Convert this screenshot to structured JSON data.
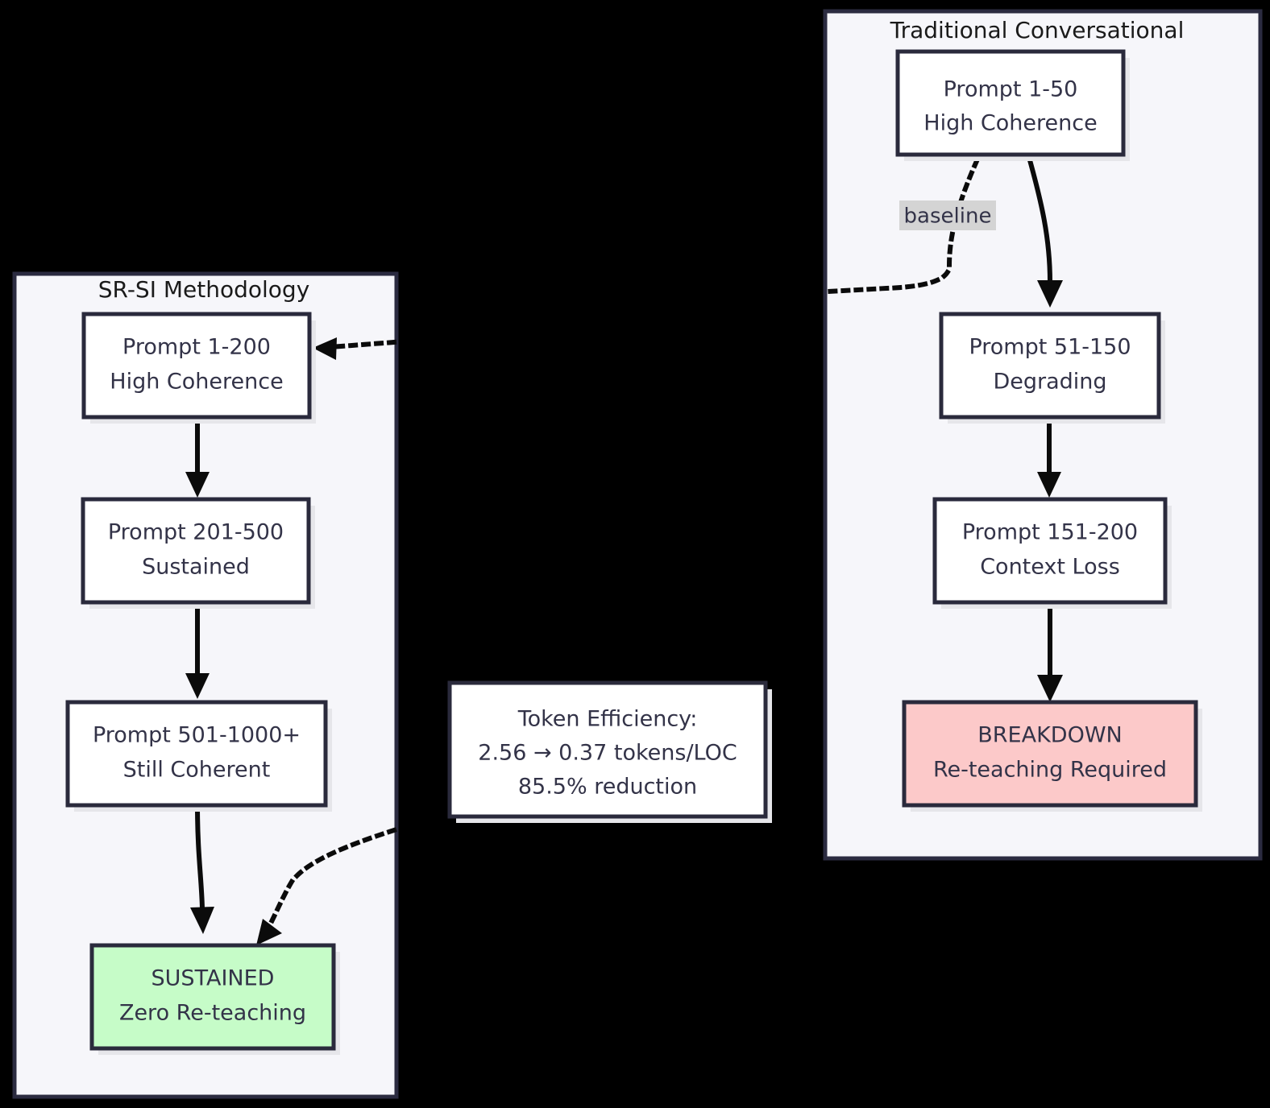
{
  "diagram": {
    "type": "flowchart",
    "background": "#000000",
    "subgraph_fill": "#f6f6fa",
    "subgraph_stroke": "#2b2b40",
    "node_fill": "#ffffff",
    "node_stroke": "#2a2a3c",
    "node_text_color": "#333348",
    "success_fill": "#c6fcc8",
    "failure_fill": "#fcc9c9",
    "edge_color": "#0b0b0b"
  },
  "subgraphs": [
    {
      "id": "srsi",
      "title": "SR-SI Methodology"
    },
    {
      "id": "traditional",
      "title": "Traditional Conversational"
    }
  ],
  "nodes": {
    "srsi_1": {
      "line1": "Prompt 1-200",
      "line2": "High Coherence",
      "style": "default"
    },
    "srsi_2": {
      "line1": "Prompt 201-500",
      "line2": "Sustained",
      "style": "default"
    },
    "srsi_3": {
      "line1": "Prompt 501-1000+",
      "line2": "Still Coherent",
      "style": "default"
    },
    "srsi_4": {
      "line1": "SUSTAINED",
      "line2": "Zero Re-teaching",
      "style": "success"
    },
    "trad_1": {
      "line1": "Prompt 1-50",
      "line2": "High Coherence",
      "style": "default"
    },
    "trad_2": {
      "line1": "Prompt 51-150",
      "line2": "Degrading",
      "style": "default"
    },
    "trad_3": {
      "line1": "Prompt 151-200",
      "line2": "Context Loss",
      "style": "default"
    },
    "trad_4": {
      "line1": "BREAKDOWN",
      "line2": "Re-teaching Required",
      "style": "failure"
    },
    "metrics": {
      "line1": "Token Efficiency:",
      "line2": "2.56 → 0.37 tokens/LOC",
      "line3": "85.5% reduction",
      "style": "default"
    }
  },
  "edge_labels": {
    "baseline": "baseline"
  },
  "chart_data": {
    "type": "flowchart",
    "title": "SR-SI Methodology vs Traditional Conversational coherence over prompt count",
    "clusters": [
      {
        "name": "SR-SI Methodology",
        "stages": [
          {
            "range": "Prompt 1-200",
            "state": "High Coherence"
          },
          {
            "range": "Prompt 201-500",
            "state": "Sustained"
          },
          {
            "range": "Prompt 501-1000+",
            "state": "Still Coherent"
          },
          {
            "range": "SUSTAINED",
            "state": "Zero Re-teaching"
          }
        ]
      },
      {
        "name": "Traditional Conversational",
        "stages": [
          {
            "range": "Prompt 1-50",
            "state": "High Coherence"
          },
          {
            "range": "Prompt 51-150",
            "state": "Degrading"
          },
          {
            "range": "Prompt 151-200",
            "state": "Context Loss"
          },
          {
            "range": "BREAKDOWN",
            "state": "Re-teaching Required"
          }
        ]
      }
    ],
    "annotations": {
      "token_efficiency_before": 2.56,
      "token_efficiency_after": 0.37,
      "token_efficiency_unit": "tokens/LOC",
      "token_efficiency_reduction_pct": 85.5
    },
    "edges": [
      {
        "from": "Prompt 1-50 High Coherence",
        "to": "Prompt 1-200 High Coherence",
        "style": "dotted",
        "label": "baseline"
      },
      {
        "from": "Token Efficiency",
        "to": "SUSTAINED Zero Re-teaching",
        "style": "dotted",
        "label": ""
      }
    ]
  }
}
